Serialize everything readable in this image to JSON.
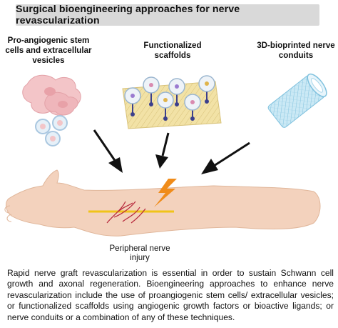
{
  "title": "Surgical bioengineering approaches for nerve revascularization",
  "panels": {
    "stem_cells_label": "Pro-angiogenic stem cells and extracellular vesicles",
    "scaffolds_label": "Functionalized scaffolds",
    "conduits_label": "3D-bioprinted nerve conduits"
  },
  "injury_label": "Peripheral nerve injury",
  "caption": "Rapid nerve graft revascularization is essential in order to sustain Schwann cell growth and axonal regeneration. Bioengineering approaches to enhance nerve revascularization include the use of proangiogenic stem cells/ extracellular vesicles; or functionalized scaffolds using angiogenic growth factors or bioactive ligands; or nerve conduits or a combination of any of these techniques.",
  "colors": {
    "title_box": "#d9d9d9",
    "cells": "#f3c5c8",
    "vesicles": "#a9c7e0",
    "scaffold": "#f2e2a6",
    "receptor": "#3b3f8c",
    "conduit": "#a8d6ea",
    "arm": "#f3d2bd",
    "nerve": "#f0c419",
    "lightning": "#f08c1a",
    "vessels": "#b7263a"
  }
}
